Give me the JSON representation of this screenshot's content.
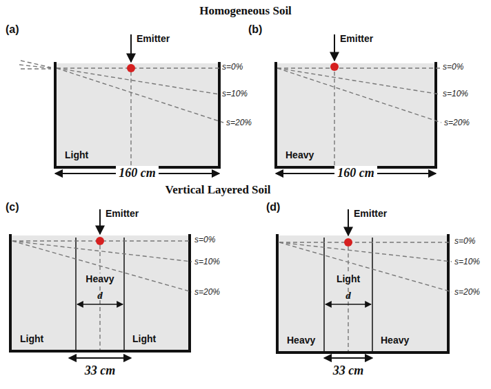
{
  "diagram": {
    "title": "Homogeneous Soil",
    "nodes": [
      {
        "text": [
          "Light"
        ]
      },
      {
        "text": [
          "Heavy"
        ]
      },
      {
        "text": [
          "Light"
        ]
      },
      {
        "text": [
          "Heavy"
        ]
      },
      {
        "text": [
          "Light"
        ]
      },
      {
        "text": [
          "Heavy"
        ]
      },
      {
        "text": [
          "Light"
        ]
      },
      {
        "text": [
          "Heavy"
        ]
      }
    ],
    "labels": [
      "(a)",
      "Emitter",
      "s=0%",
      "s=10%",
      "s=20%",
      "160 cm",
      "(b)",
      "Emitter",
      "s=0%",
      "s=10%",
      "s=20%",
      "160 cm",
      "Vertical Layered Soil",
      "(c)",
      "Emitter",
      "s=0%",
      "s=10%",
      "s=20%",
      "d",
      "33 cm",
      "(d)",
      "Emitter",
      "s=0%",
      "s=10%",
      "s=20%",
      "d",
      "33 cm"
    ]
  }
}
